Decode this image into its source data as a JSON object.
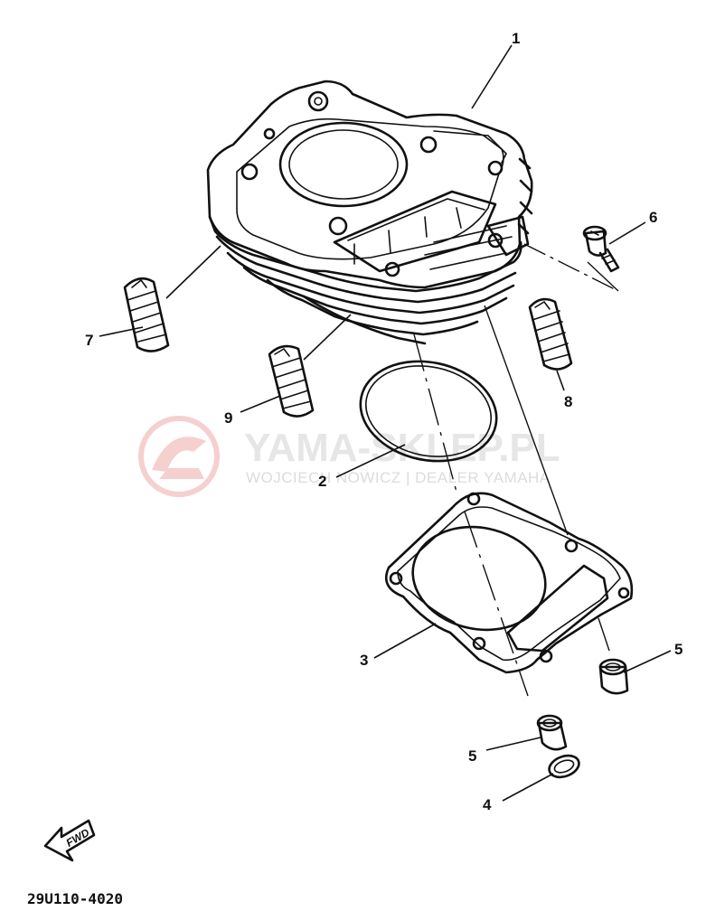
{
  "diagram": {
    "part_code": "29U110-4020",
    "fwd_label": "FWD",
    "callouts": {
      "c1": "1",
      "c2": "2",
      "c3": "3",
      "c4": "4",
      "c5a": "5",
      "c5b": "5",
      "c6": "6",
      "c7": "7",
      "c8": "8",
      "c9": "9"
    },
    "parts": [
      "cylinder",
      "o-ring",
      "cylinder-gasket",
      "o-ring-small",
      "dowel-pin",
      "bolt",
      "stud-bolt",
      "stud-bolt",
      "stud-bolt"
    ]
  },
  "watermark": {
    "title": "YAMA-SKLEP.PL",
    "subtitle": "WOJCIECH NOWICZ | DEALER YAMAHA",
    "color": "#f0a8a8"
  }
}
